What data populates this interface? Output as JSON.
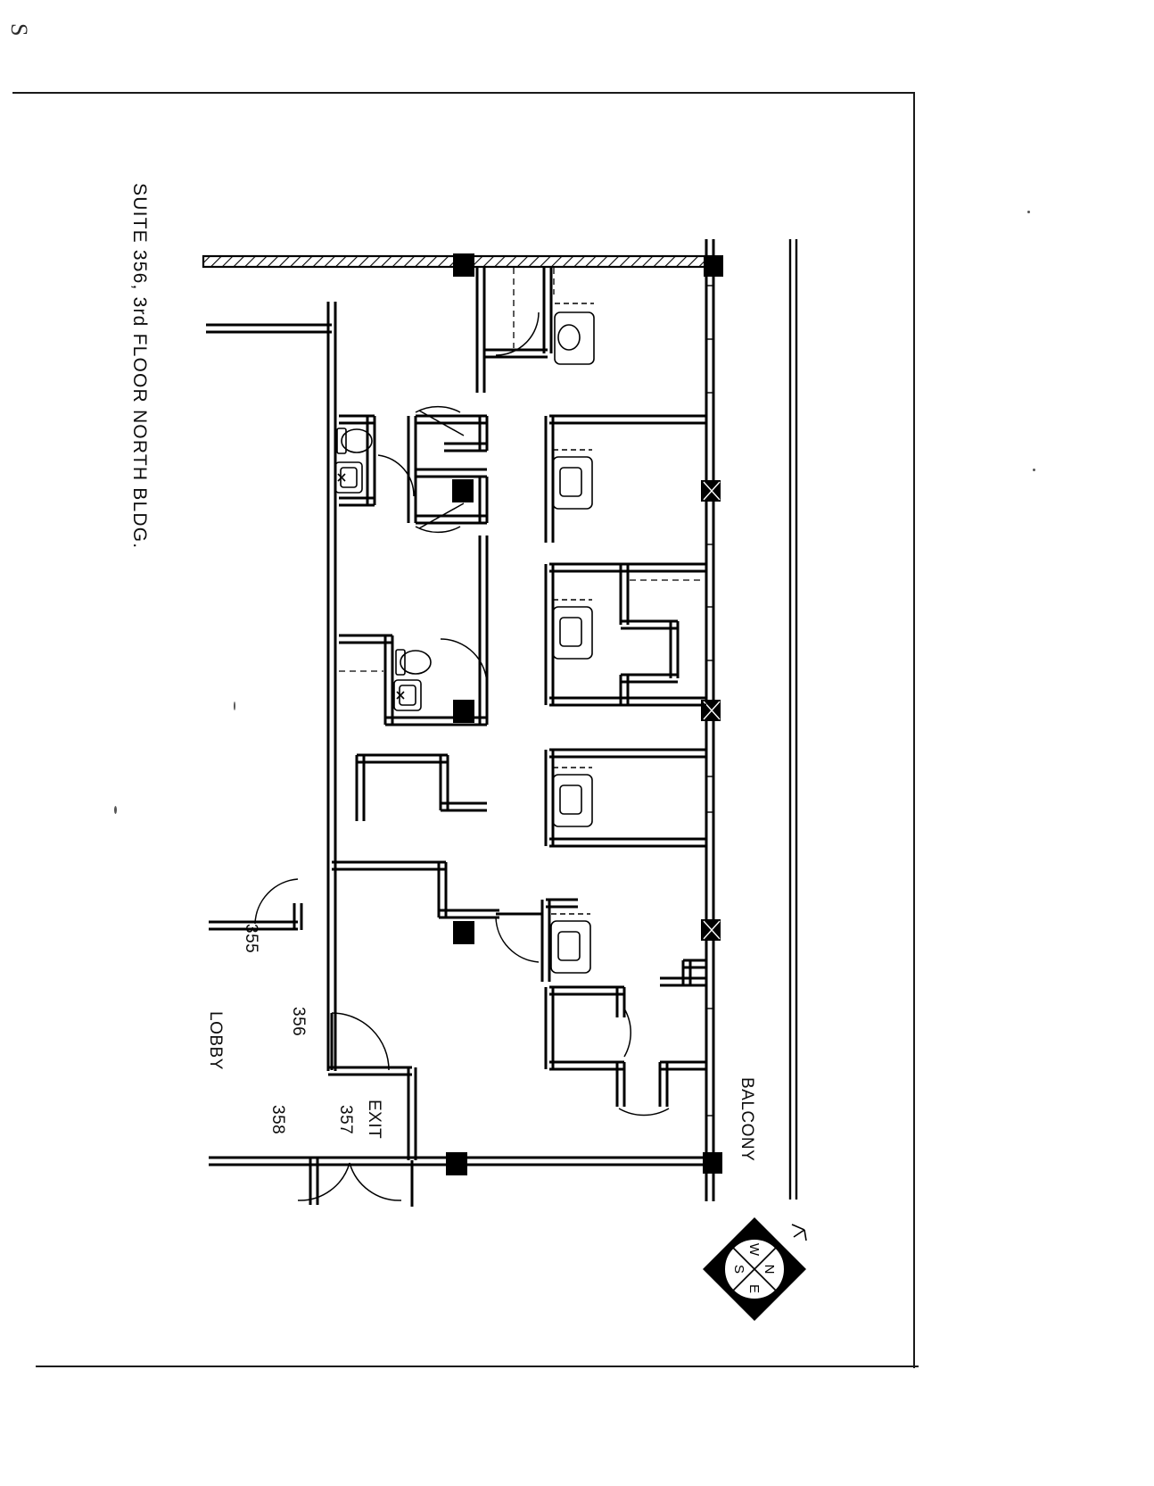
{
  "document": {
    "title": "SUITE 356, 3rd FLOOR NORTH BLDG.",
    "corner_mark": "S",
    "sheet_type": "architectural-floor-plan",
    "orientation": "landscape-drawing-on-portrait-page"
  },
  "labels": {
    "title": "SUITE 356, 3rd FLOOR NORTH BLDG.",
    "lobby": "LOBBY",
    "balcony": "BALCONY",
    "exit": "EXIT",
    "room_355": "355",
    "room_356_corridor": "356",
    "room_357": "357",
    "room_358": "358"
  },
  "compass": {
    "name": "compass-rose",
    "north": "N",
    "south": "S",
    "east": "E",
    "west": "W"
  },
  "rooms": [
    {
      "id": "355",
      "label": "355",
      "type": "office-entry"
    },
    {
      "id": "356",
      "label": "356",
      "type": "suite-entry"
    },
    {
      "id": "357",
      "label": "357",
      "type": "office-entry"
    },
    {
      "id": "358",
      "label": "358",
      "type": "office-entry"
    },
    {
      "id": "lobby",
      "label": "LOBBY",
      "type": "common-lobby"
    },
    {
      "id": "balcony",
      "label": "BALCONY",
      "type": "exterior-balcony"
    }
  ],
  "fixtures": {
    "toilets": 2,
    "sinks": 2,
    "water_closets": 4,
    "columns": 9
  },
  "colors": {
    "ink": "#000000",
    "paper": "#ffffff",
    "light_ink": "#3a3a3a"
  }
}
